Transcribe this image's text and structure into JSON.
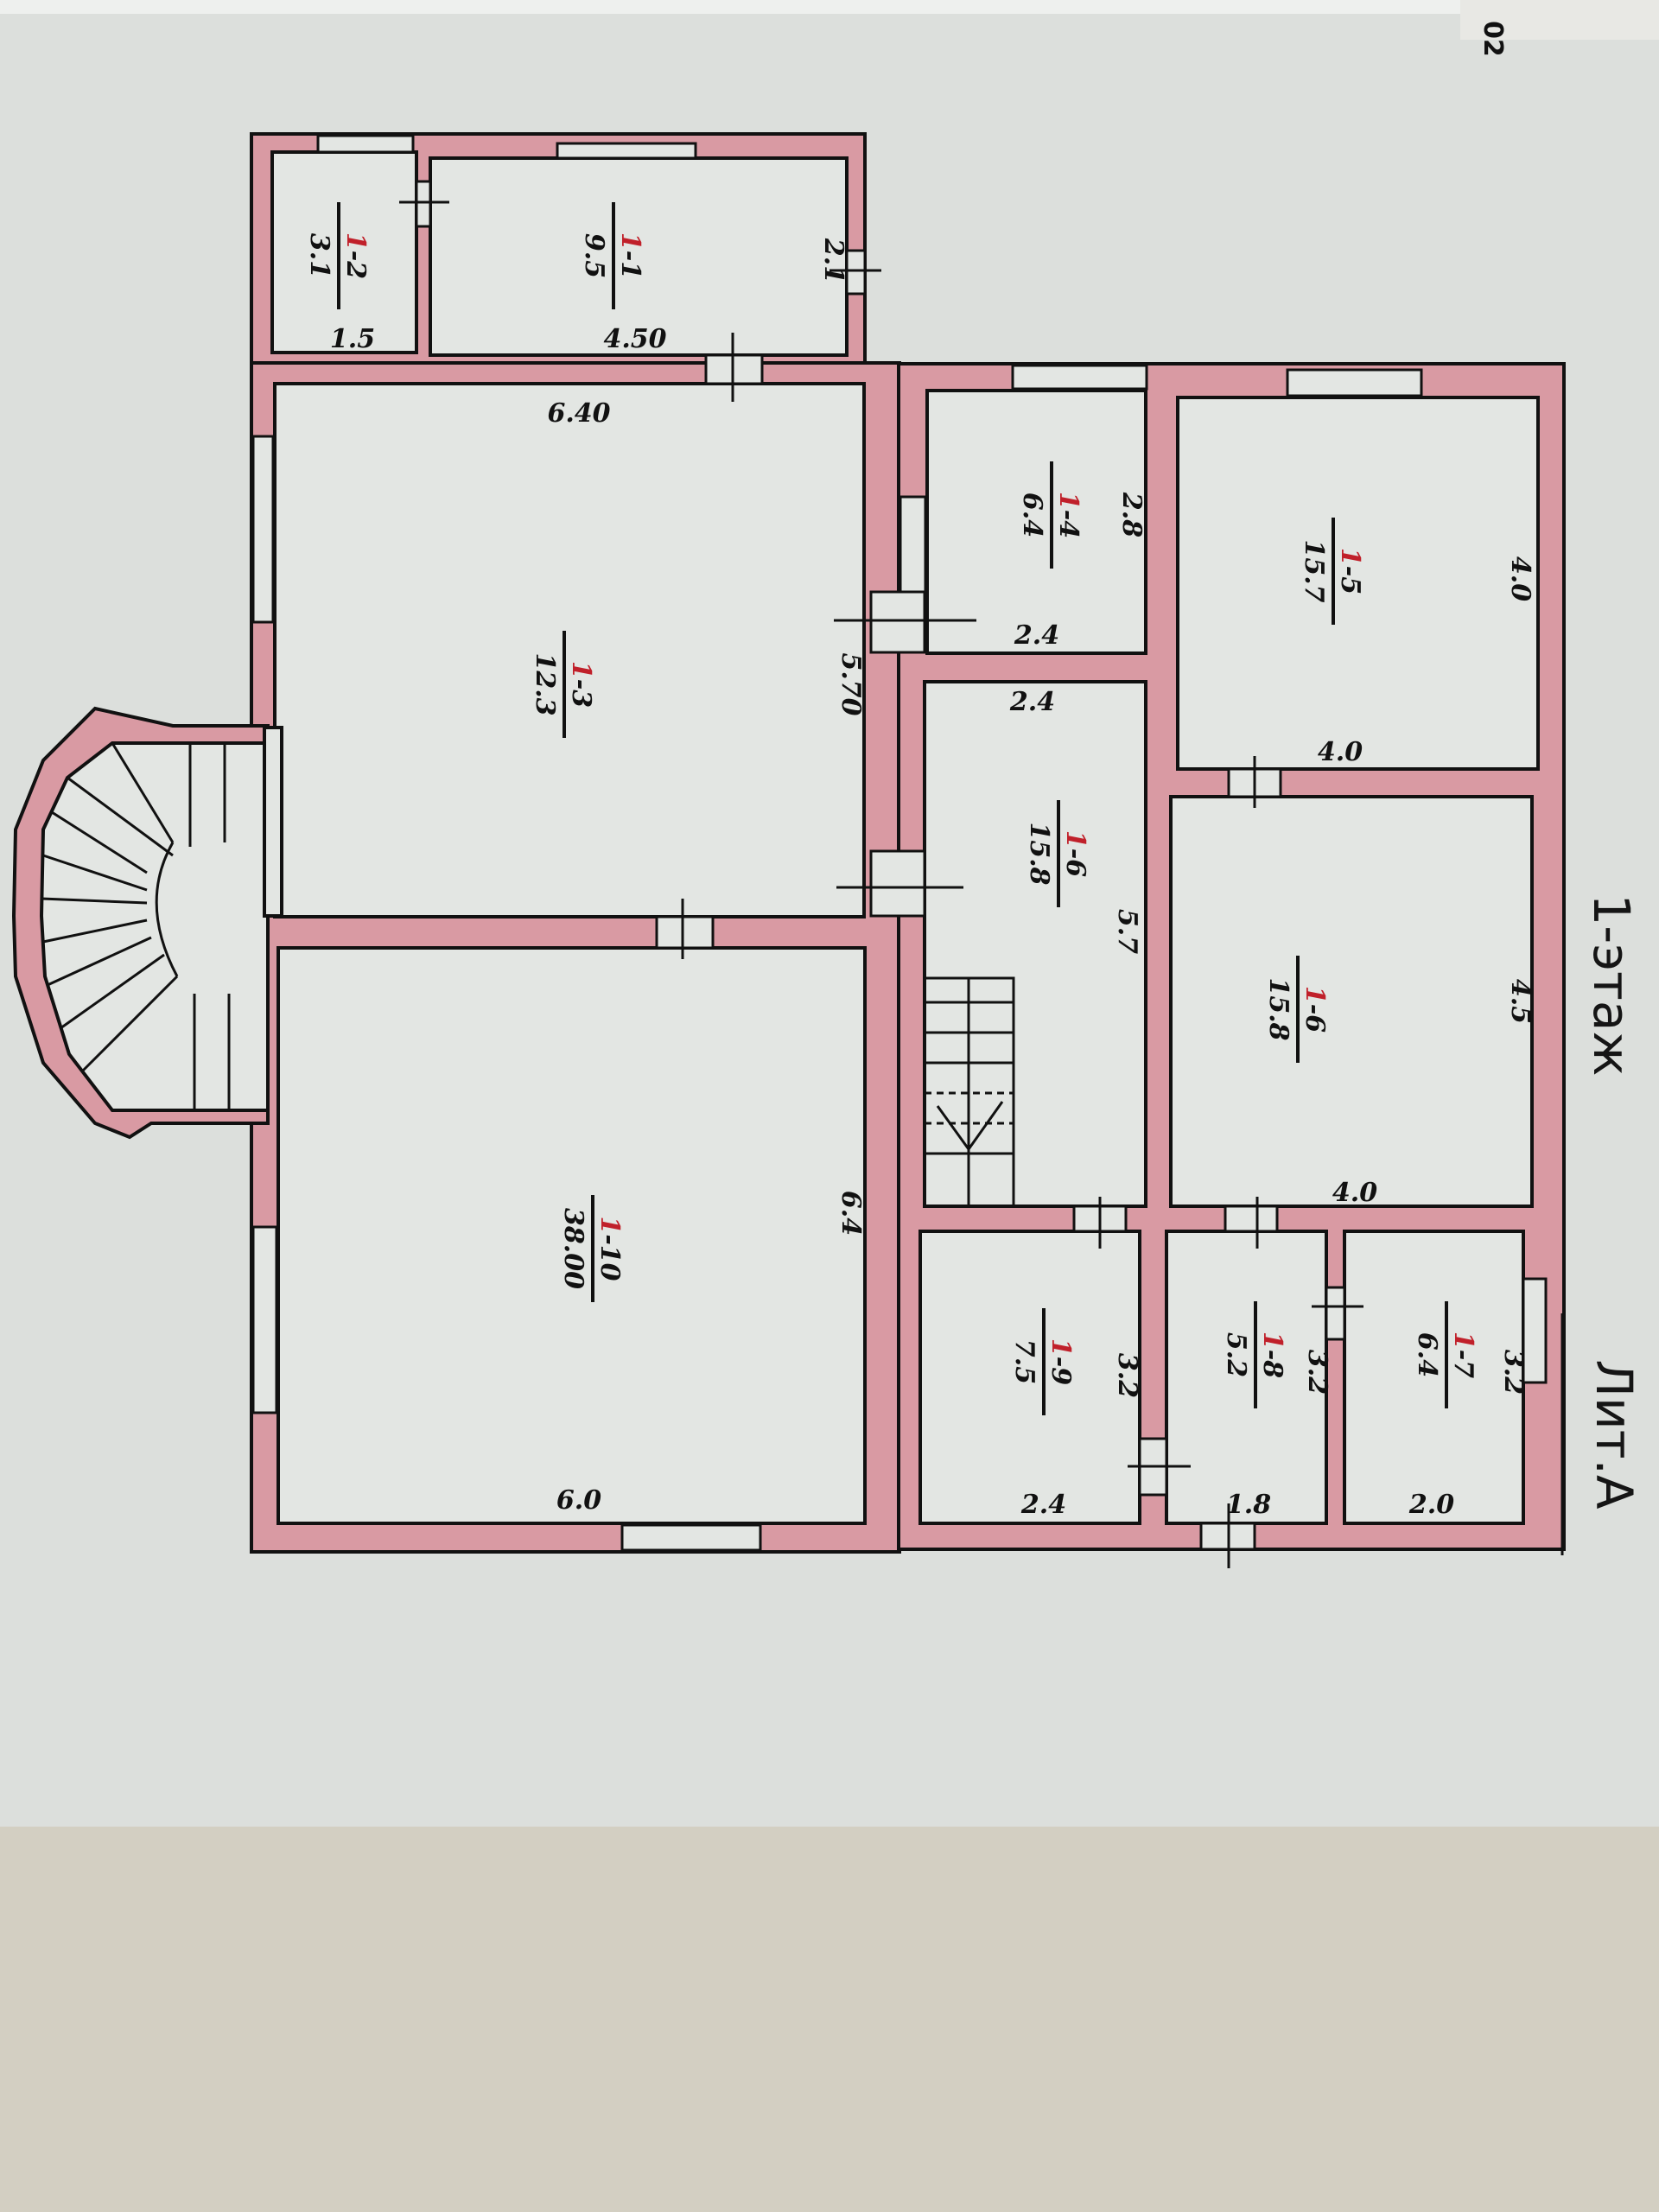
{
  "sheet": {
    "floor_title": "1-этаж",
    "building_letter": "Лит.А",
    "corner_note": "02",
    "colors": {
      "paper": "#e3e6e3",
      "walls": "#d99aa3",
      "room_number_prefix": "#c0202a",
      "background": "#d3cfc2"
    }
  },
  "rooms": [
    {
      "id": "1-1",
      "area": "9.5",
      "dims": [
        "4.50",
        "2.1"
      ]
    },
    {
      "id": "1-2",
      "area": "3.1",
      "dims": [
        "1.5"
      ]
    },
    {
      "id": "1-3",
      "area": "12.3",
      "dims": [
        "6.40",
        "5.70"
      ]
    },
    {
      "id": "1-4",
      "area": "6.4",
      "dims": [
        "2.4",
        "2.8"
      ]
    },
    {
      "id": "1-5",
      "area": "15.7",
      "dims": [
        "4.0",
        "4.0"
      ]
    },
    {
      "id": "1-6",
      "area": "15.8",
      "dims": [
        "2.4",
        "5.7"
      ]
    },
    {
      "id": "1-6",
      "area": "15.8",
      "dims": [
        "4.0",
        "4.5"
      ]
    },
    {
      "id": "1-7",
      "area": "6.4",
      "dims": [
        "2.0",
        "3.2"
      ]
    },
    {
      "id": "1-8",
      "area": "5.2",
      "dims": [
        "1.8",
        "3.2"
      ]
    },
    {
      "id": "1-9",
      "area": "7.5",
      "dims": [
        "2.4",
        "3.2"
      ]
    },
    {
      "id": "1-10",
      "area": "38.00",
      "dims": [
        "6.0",
        "6.4"
      ]
    }
  ]
}
